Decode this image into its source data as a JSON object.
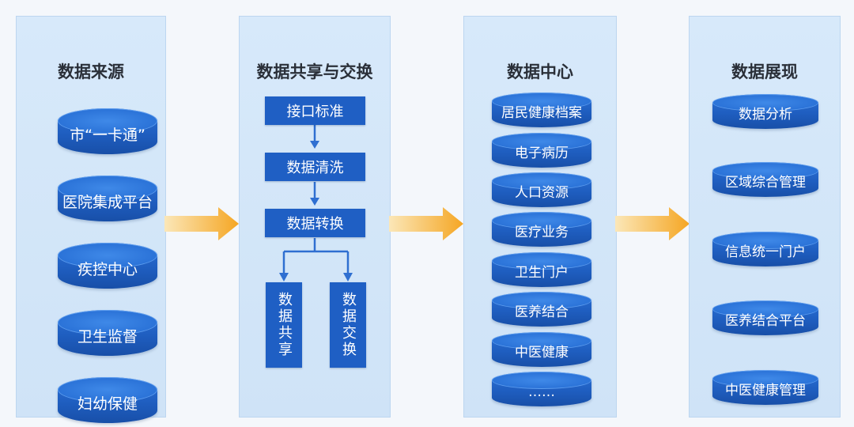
{
  "panels": [
    {
      "title": "数据来源",
      "items": [
        "市“一卡通”",
        "医院集成平台",
        "疾控中心",
        "卫生监督",
        "妇幼保健"
      ]
    },
    {
      "title": "数据共享与交换",
      "steps": [
        "接口标准",
        "数据清洗",
        "数据转换"
      ],
      "branches": [
        "数据共享",
        "数据交换"
      ]
    },
    {
      "title": "数据中心",
      "items": [
        "居民健康档案",
        "电子病历",
        "人口资源",
        "医疗业务",
        "卫生门户",
        "医养结合",
        "中医健康",
        "……"
      ]
    },
    {
      "title": "数据展现",
      "items": [
        "数据分析",
        "区域综合管理",
        "信息统一门户",
        "医养结合平台",
        "中医健康管理"
      ]
    }
  ],
  "colors": {
    "panel_bg": "#d3e6f8",
    "box_blue": "#1f5fc4",
    "arrow_orange": "#f5a623",
    "connector_blue": "#2f6fd1"
  }
}
